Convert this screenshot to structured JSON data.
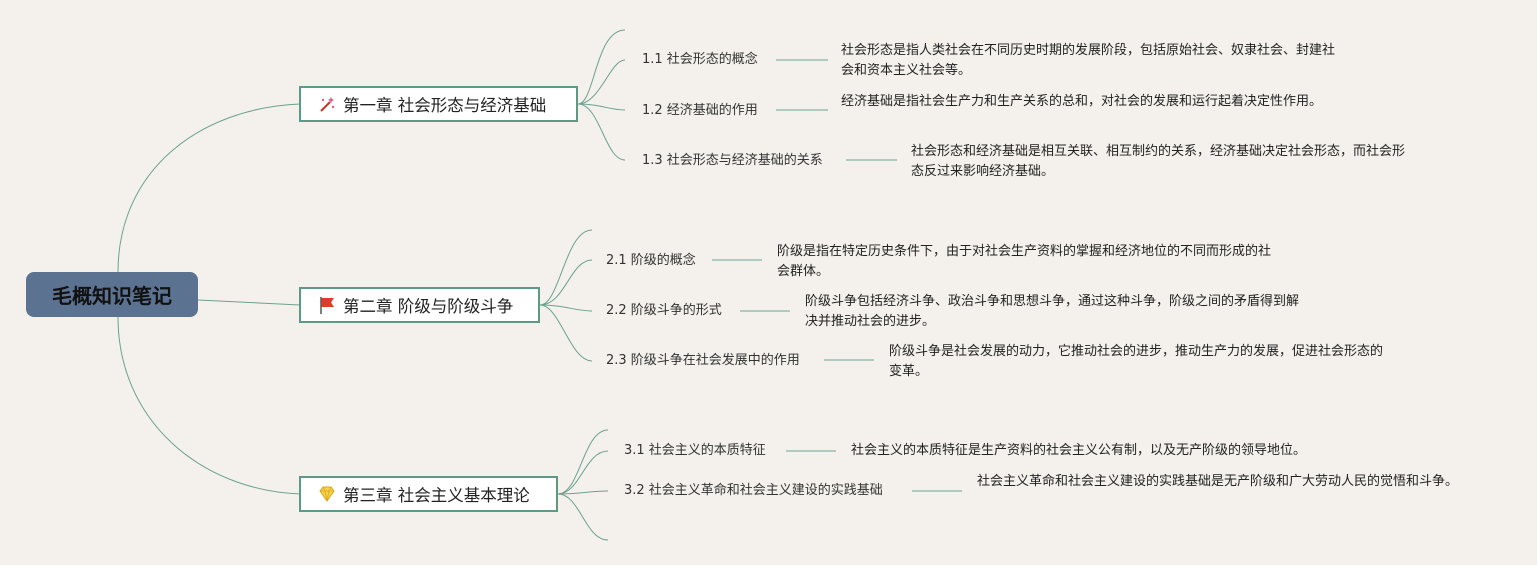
{
  "root": {
    "label": "毛概知识笔记"
  },
  "colors": {
    "root_bg": "#5b7291",
    "line": "#6aa28f",
    "chapter_border": "#5c9a86",
    "background": "#f4f1ec"
  },
  "chapters": [
    {
      "label": "第一章 社会形态与经济基础",
      "icon": "magic-wand-icon",
      "topics": [
        {
          "label": "1.1 社会形态的概念",
          "desc": "社会形态是指人类社会在不同历史时期的发展阶段，包括原始社会、奴隶社会、封建社会和资本主义社会等。"
        },
        {
          "label": "1.2 经济基础的作用",
          "desc": "经济基础是指社会生产力和生产关系的总和，对社会的发展和运行起着决定性作用。"
        },
        {
          "label": "1.3 社会形态与经济基础的关系",
          "desc": "社会形态和经济基础是相互关联、相互制约的关系，经济基础决定社会形态，而社会形态反过来影响经济基础。"
        }
      ]
    },
    {
      "label": "第二章 阶级与阶级斗争",
      "icon": "red-flag-icon",
      "topics": [
        {
          "label": "2.1 阶级的概念",
          "desc": "阶级是指在特定历史条件下，由于对社会生产资料的掌握和经济地位的不同而形成的社会群体。"
        },
        {
          "label": "2.2 阶级斗争的形式",
          "desc": "阶级斗争包括经济斗争、政治斗争和思想斗争，通过这种斗争，阶级之间的矛盾得到解决并推动社会的进步。"
        },
        {
          "label": "2.3 阶级斗争在社会发展中的作用",
          "desc": "阶级斗争是社会发展的动力，它推动社会的进步，推动生产力的发展，促进社会形态的变革。"
        }
      ]
    },
    {
      "label": "第三章 社会主义基本理论",
      "icon": "gem-icon",
      "topics": [
        {
          "label": "3.1 社会主义的本质特征",
          "desc": "社会主义的本质特征是生产资料的社会主义公有制，以及无产阶级的领导地位。"
        },
        {
          "label": "3.2 社会主义革命和社会主义建设的实践基础",
          "desc": "社会主义革命和社会主义建设的实践基础是无产阶级和广大劳动人民的觉悟和斗争。"
        }
      ]
    }
  ]
}
